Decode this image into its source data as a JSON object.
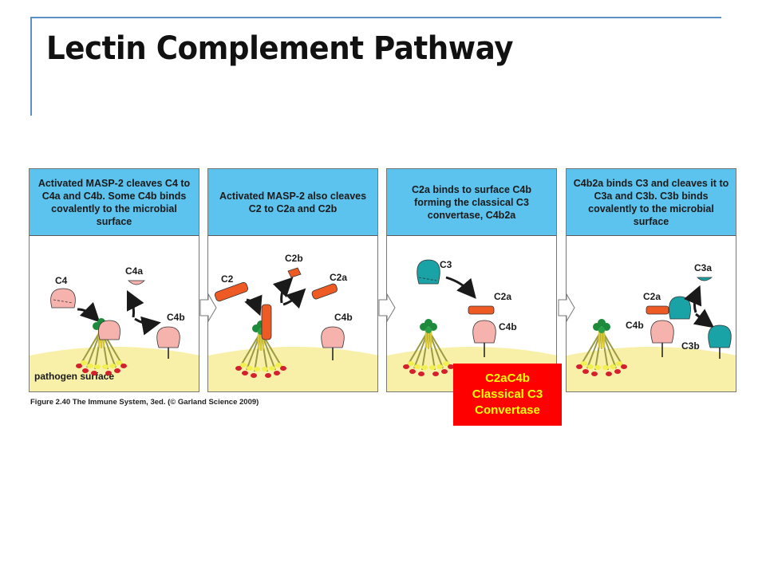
{
  "slide": {
    "title": "Lectin Complement Pathway"
  },
  "panels": [
    {
      "heading": "Activated MASP-2 cleaves C4 to C4a and C4b. Some C4b binds covalently to the microbial surface",
      "labels": {
        "c4": "C4",
        "c4a": "C4a",
        "c4b": "C4b",
        "surface": "pathogen surface"
      }
    },
    {
      "heading": "Activated MASP-2 also cleaves C2 to C2a and C2b",
      "labels": {
        "c2": "C2",
        "c2b": "C2b",
        "c2a": "C2a",
        "c4b": "C4b"
      }
    },
    {
      "heading": "C2a binds to surface C4b forming the classical C3 convertase, C4b2a",
      "labels": {
        "c3": "C3",
        "c2a": "C2a",
        "c4b": "C4b"
      }
    },
    {
      "heading": "C4b2a binds C3 and cleaves it to C3a and C3b. C3b binds covalently to the microbial surface",
      "labels": {
        "c2a": "C2a",
        "c4b": "C4b",
        "c3a": "C3a",
        "c3b": "C3b"
      }
    }
  ],
  "caption": "Figure 2.40 The Immune System, 3ed. (© Garland Science 2009)",
  "callout": {
    "line1": "C2aC4b",
    "line2": "Classical C3",
    "line3": "Convertase"
  },
  "colors": {
    "header_blue": "#5bc3ee",
    "surface_yellow": "#f8f0a8",
    "c4_pink": "#f6b3ae",
    "c2_orange": "#ee5a24",
    "c3_teal": "#1aa3a6",
    "masp_green": "#1e8a3c",
    "callout_red": "#ff0000",
    "callout_text": "#ffff00",
    "frame_blue": "#5b8fc7"
  }
}
